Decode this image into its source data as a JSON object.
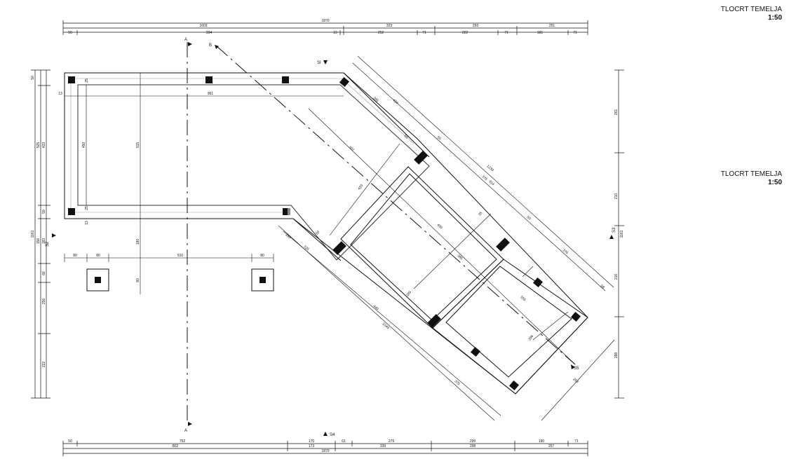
{
  "titles": [
    {
      "name": "TLOCRT TEMELJA",
      "scale": "1:50"
    },
    {
      "name": "TLOCRT TEMELJA",
      "scale": "1:50"
    }
  ],
  "dimensions": {
    "top_total": "1870",
    "top_row2": [
      "1603",
      "323",
      "293",
      "251"
    ],
    "top_row3": [
      "50",
      "934",
      "19",
      "252",
      "71",
      "222",
      "71",
      "181",
      "71"
    ],
    "bottom_row1": [
      "50",
      "752",
      "170",
      "61",
      "279",
      "299",
      "190",
      "71"
    ],
    "bottom_row2": [
      "802",
      "173",
      "339",
      "298",
      "257"
    ],
    "bottom_total": "1870",
    "left_vertical": [
      "50",
      "423",
      "525",
      "59",
      "1161",
      "156",
      "183",
      "66",
      "256",
      "222"
    ],
    "right_vertical": [
      "261",
      "210",
      "1161",
      "216",
      "288"
    ],
    "interior": [
      "961",
      "450",
      "515",
      "13",
      "25",
      "13",
      "25",
      "180",
      "80",
      "80",
      "80",
      "510",
      "80",
      "80"
    ],
    "diagonal": [
      "424",
      "395",
      "1239",
      "375",
      "914",
      "50",
      "379",
      "50",
      "307",
      "420",
      "450",
      "385",
      "555",
      "50",
      "35",
      "285",
      "296",
      "525",
      "293",
      "440",
      "1049",
      "375",
      "263",
      "50",
      "58"
    ]
  },
  "sections": {
    "a_top": "A",
    "a_bottom": "A",
    "b": "B",
    "s1": "SI",
    "s2": "S2",
    "s3": "S3",
    "s4": "S4",
    "s5": "S5"
  }
}
